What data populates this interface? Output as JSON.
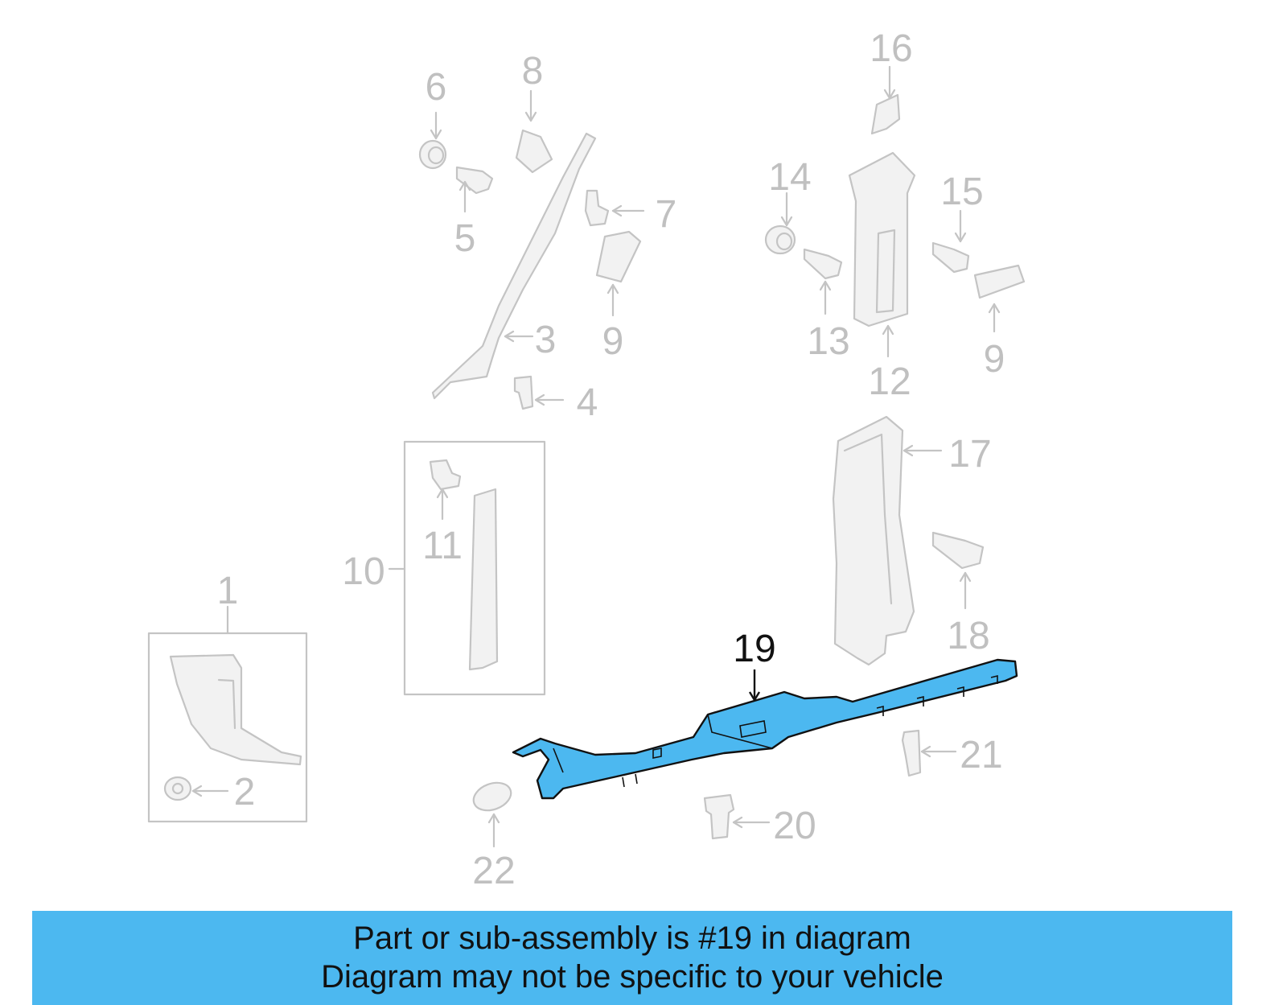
{
  "callouts": [
    "1",
    "2",
    "3",
    "4",
    "5",
    "6",
    "7",
    "8",
    "9",
    "9",
    "10",
    "11",
    "12",
    "13",
    "14",
    "15",
    "16",
    "17",
    "18",
    "19",
    "20",
    "21",
    "22"
  ],
  "highlighted_part": "19",
  "colors": {
    "highlight": "#4cb8f0",
    "ghost": "#c4c4c4",
    "banner": "#4cb8f0"
  },
  "banner": {
    "line1": "Part or sub-assembly is #19 in diagram",
    "line2": "Diagram may not be specific to your vehicle"
  }
}
